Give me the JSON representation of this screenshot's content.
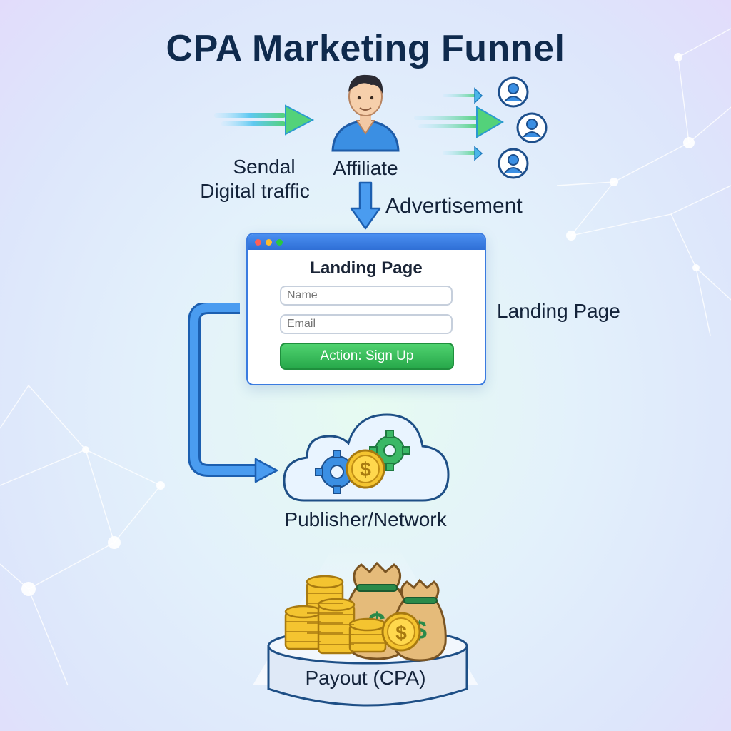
{
  "title": "CPA Marketing Funnel",
  "labels": {
    "traffic_line1": "Sendal",
    "traffic_line2": "Digital traffic",
    "affiliate": "Affiliate",
    "advertisement": "Advertisement",
    "landing_page_side": "Landing Page",
    "publisher": "Publisher/Network",
    "payout": "Payout (CPA)"
  },
  "landing_page": {
    "title": "Landing Page",
    "name_placeholder": "Name",
    "email_placeholder": "Email",
    "action_label": "Action: Sign Up"
  },
  "icons": {
    "affiliate": "person-icon",
    "audience": "user-circle-icon",
    "network": "cloud-gears-icon",
    "payout": "money-bags-coins-icon"
  },
  "colors": {
    "title": "#0f2a4d",
    "accent_blue": "#3a7be0",
    "accent_green": "#27a84a",
    "coin_gold": "#f4c430"
  }
}
